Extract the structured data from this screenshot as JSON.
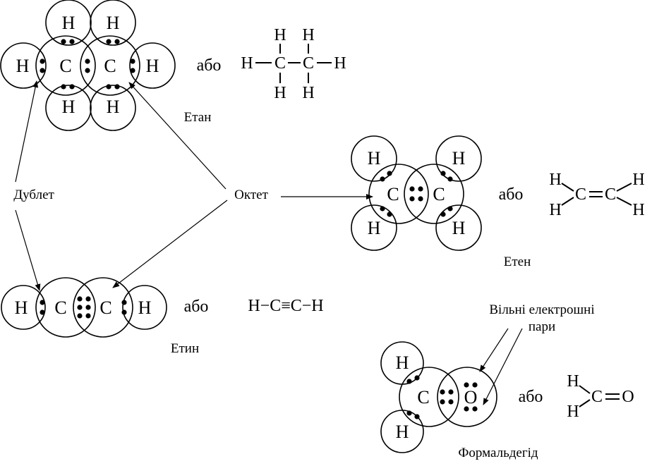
{
  "labels": {
    "doublet": "Дублет",
    "octet": "Октет",
    "free_pairs_line1": "Вільні електрошні",
    "free_pairs_line2": "пари",
    "or_word": "або"
  },
  "molecules": {
    "ethane": {
      "name": "Етан"
    },
    "ethene": {
      "name": "Етен"
    },
    "ethyne": {
      "name": "Етин",
      "formula": "H−C≡C−H"
    },
    "formaldehyde": {
      "name": "Формальдегід"
    }
  },
  "atoms": {
    "H": "H",
    "C": "C",
    "O": "O"
  },
  "bonds": {
    "single": "−",
    "double": "=",
    "triple": "≡"
  }
}
